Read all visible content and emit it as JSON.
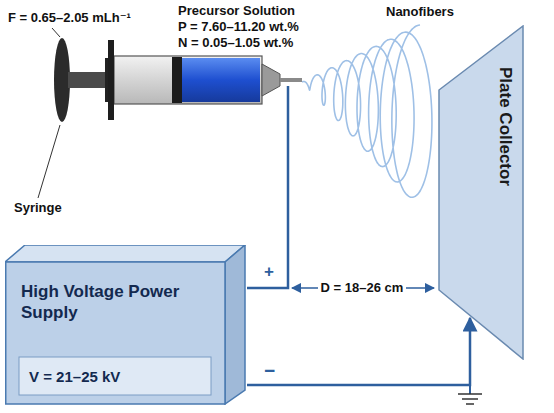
{
  "diagram": {
    "nodes": [
      {
        "text": [
          "High Voltage Power Supply",
          "V = 21–25 kV"
        ]
      },
      {
        "text": [
          "Plate Collector"
        ]
      }
    ],
    "edges": [
      {
        "from": 0,
        "to": 1,
        "arrow": "to"
      }
    ],
    "labels": [
      "F = 0.65–2.05 mLh⁻¹",
      "Precursor Solution",
      "P = 7.60–11.20 wt.%",
      "N = 0.05–1.05 wt.%",
      "Nanofibers",
      "Syringe",
      "+",
      "D = 18–26 cm",
      "−"
    ]
  }
}
